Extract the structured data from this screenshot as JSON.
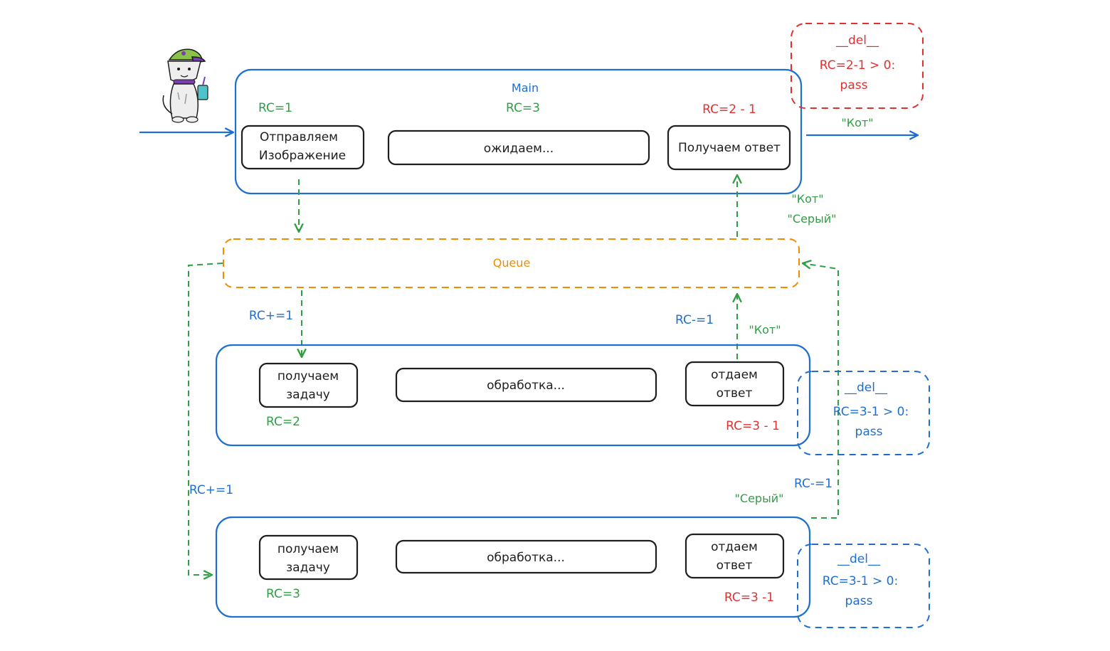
{
  "colors": {
    "blue": "#1f6fd1",
    "green": "#2f9e44",
    "red": "#e03131",
    "orange": "#f08c00",
    "black": "#1e1e1e"
  },
  "main": {
    "title": "Main",
    "rc_start": "RC=1",
    "rc_wait": "RC=3",
    "rc_end": "RC=2 - 1",
    "step_send": [
      "Отправляем",
      "Изображение"
    ],
    "step_wait": "ожидаем...",
    "step_receive": "Получаем ответ"
  },
  "del_main": {
    "title": "__del__",
    "line1": "RC=2-1 > 0:",
    "line2": "pass"
  },
  "output_label": "\"Кот\"",
  "return_labels": [
    "\"Кот\"",
    "\"Серый\""
  ],
  "queue": {
    "title": "Queue"
  },
  "worker1": {
    "rc_in_label": "RC+=1",
    "rc_out_label": "RC-=1",
    "result_label": "\"Кот\"",
    "step_get": [
      "получаем",
      "задачу"
    ],
    "step_process": "обработка...",
    "step_give": [
      "отдаем",
      "ответ"
    ],
    "rc_start": "RC=2",
    "rc_end": "RC=3 - 1"
  },
  "del_worker1": {
    "title": "__del__",
    "line1": "RC=3-1 > 0:",
    "line2": "pass"
  },
  "worker2": {
    "rc_in_label": "RC+=1",
    "rc_out_label": "RC-=1",
    "result_label": "\"Серый\"",
    "step_get": [
      "получаем",
      "задачу"
    ],
    "step_process": "обработка...",
    "step_give": [
      "отдаем",
      "ответ"
    ],
    "rc_start": "RC=3",
    "rc_end": "RC=3 -1"
  },
  "del_worker2": {
    "title": "__del__",
    "line1": "RC=3-1 > 0:",
    "line2": "pass"
  }
}
